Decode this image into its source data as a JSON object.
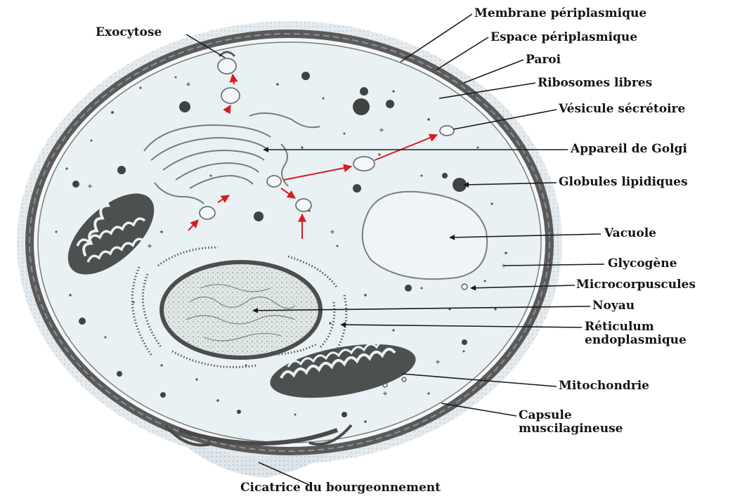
{
  "diagram": {
    "labels": {
      "exocytose": "Exocytose",
      "membrane_periplasmique": "Membrane périplasmique",
      "espace_periplasmique": "Espace périplasmique",
      "paroi": "Paroi",
      "ribosomes_libres": "Ribosomes libres",
      "vesicule_secretoire": "Vésicule sécrétoire",
      "appareil_golgi": "Appareil de Golgi",
      "globules_lipidiques": "Globules lipidiques",
      "vacuole": "Vacuole",
      "glycogene": "Glycogène",
      "microcorpuscules": "Microcorpuscules",
      "noyau": "Noyau",
      "reticulum_1": "Réticulum",
      "reticulum_2": "endoplasmique",
      "mitochondrie": "Mitochondrie",
      "capsule_1": "Capsule",
      "capsule_2": "muscilagineuse",
      "cicatrice": "Cicatrice du bourgeonnement"
    },
    "colors": {
      "cytoplasm": "#e9f1f5",
      "wall": "#5a5a5a",
      "capsule": "#d4dde3",
      "organelle_dark": "#545a58",
      "arrow_red": "#d81c1c",
      "leader": "#1a1a1a"
    }
  }
}
